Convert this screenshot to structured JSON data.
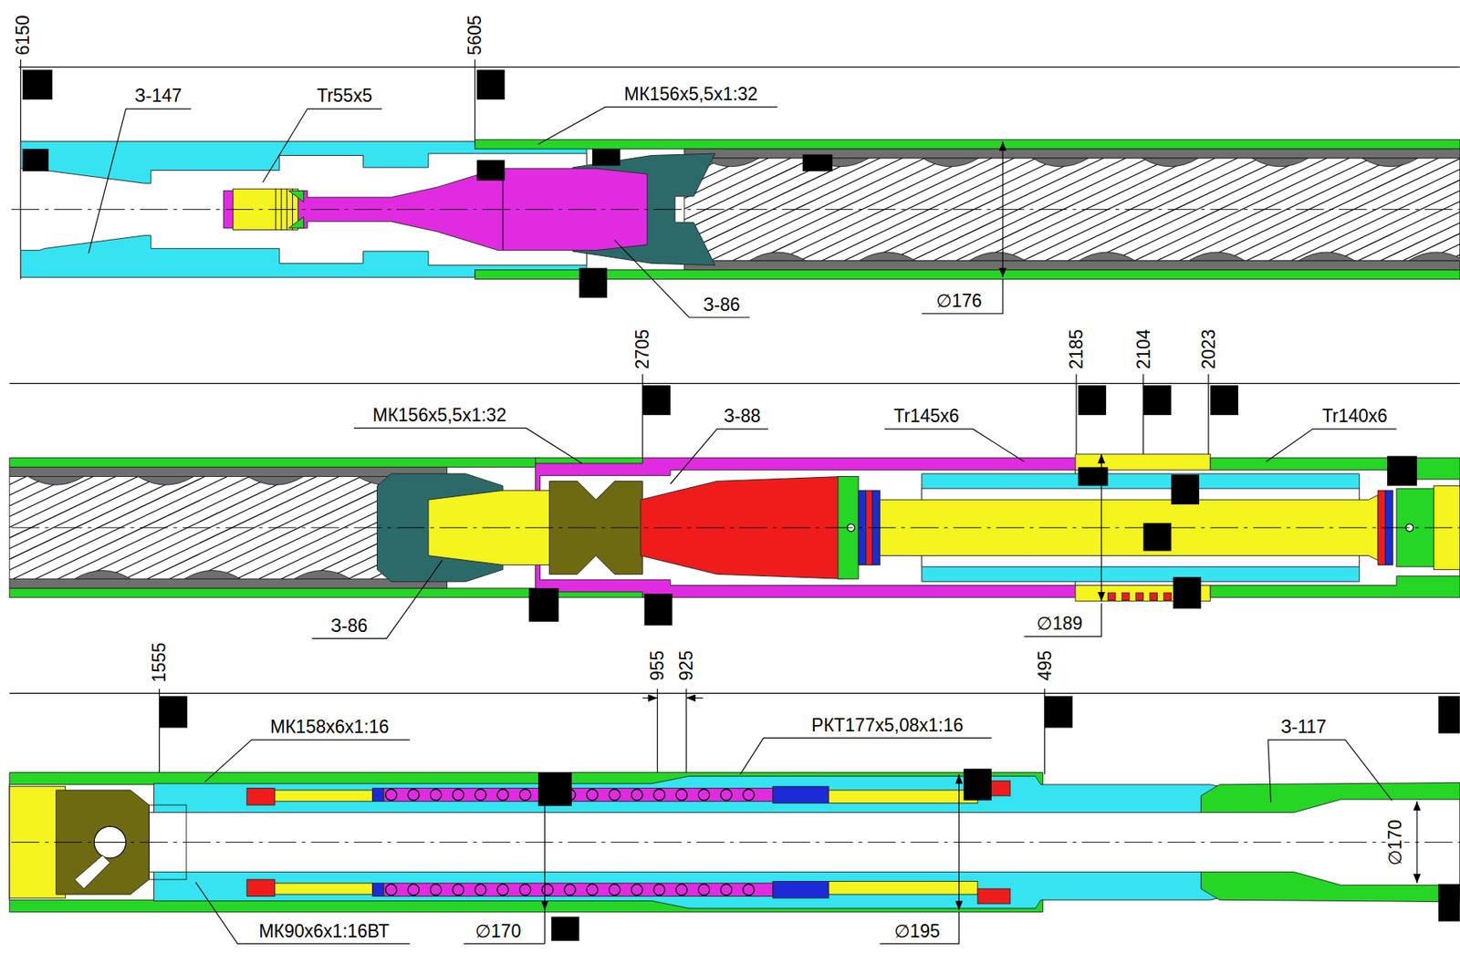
{
  "diagram": {
    "labels": [
      "6150",
      "5605",
      "З-147",
      "Tr55x5",
      "МК156х5,5х1:32",
      "З-86",
      "∅176",
      "2705",
      "МК156х5,5х1:32",
      "З-88",
      "Tr145x6",
      "2185",
      "2104",
      "2023",
      "Tr140x6",
      "З-86",
      "∅189",
      "1555",
      "955",
      "925",
      "495",
      "МК158х6х1:16",
      "РКТ177х5,08х1:16",
      "З-117",
      "∅170",
      "МК90х6х1:16ВТ",
      "∅170",
      "∅195"
    ]
  }
}
